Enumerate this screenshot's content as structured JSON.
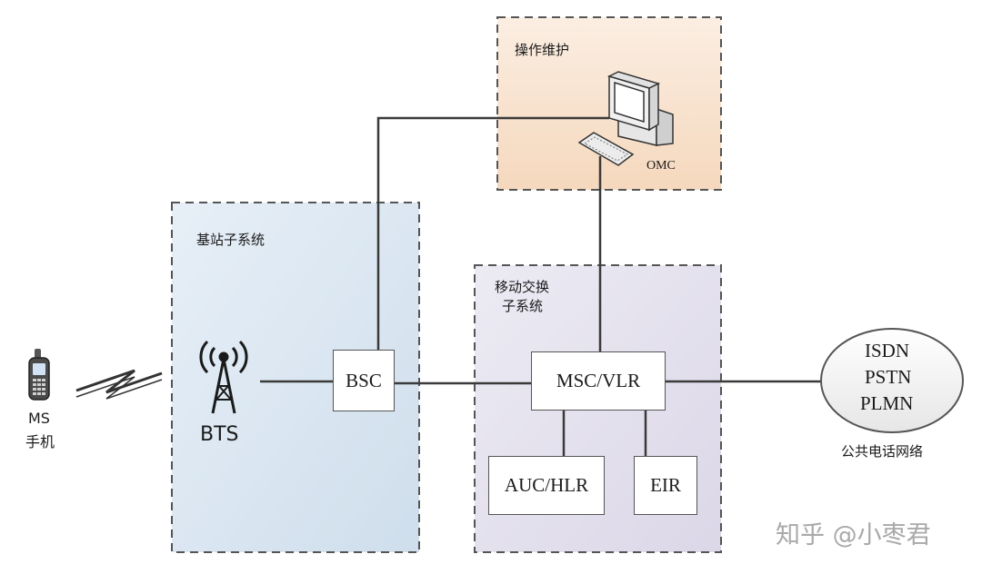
{
  "regions": {
    "omc_region": "操作维护",
    "bss_region": "基站子系统",
    "nss_region_line1": "移动交换",
    "nss_region_line2": "子系统"
  },
  "nodes": {
    "bsc": "BSC",
    "msc_vlr": "MSC/VLR",
    "auc_hlr": "AUC/HLR",
    "eir": "EIR",
    "omc": "OMC",
    "bts": "BTS"
  },
  "phone": {
    "line1": "MS",
    "line2": "手机"
  },
  "public_network": {
    "items": [
      "ISDN",
      "PSTN",
      "PLMN"
    ],
    "caption": "公共电话网络"
  },
  "watermark": "知乎 @小枣君",
  "colors": {
    "omc_fill": "#f8e3d0",
    "bss_fill": "#d9e6f1",
    "nss_fill": "#e4e0ee",
    "line": "#3a3a3a",
    "dash": "#555555"
  }
}
